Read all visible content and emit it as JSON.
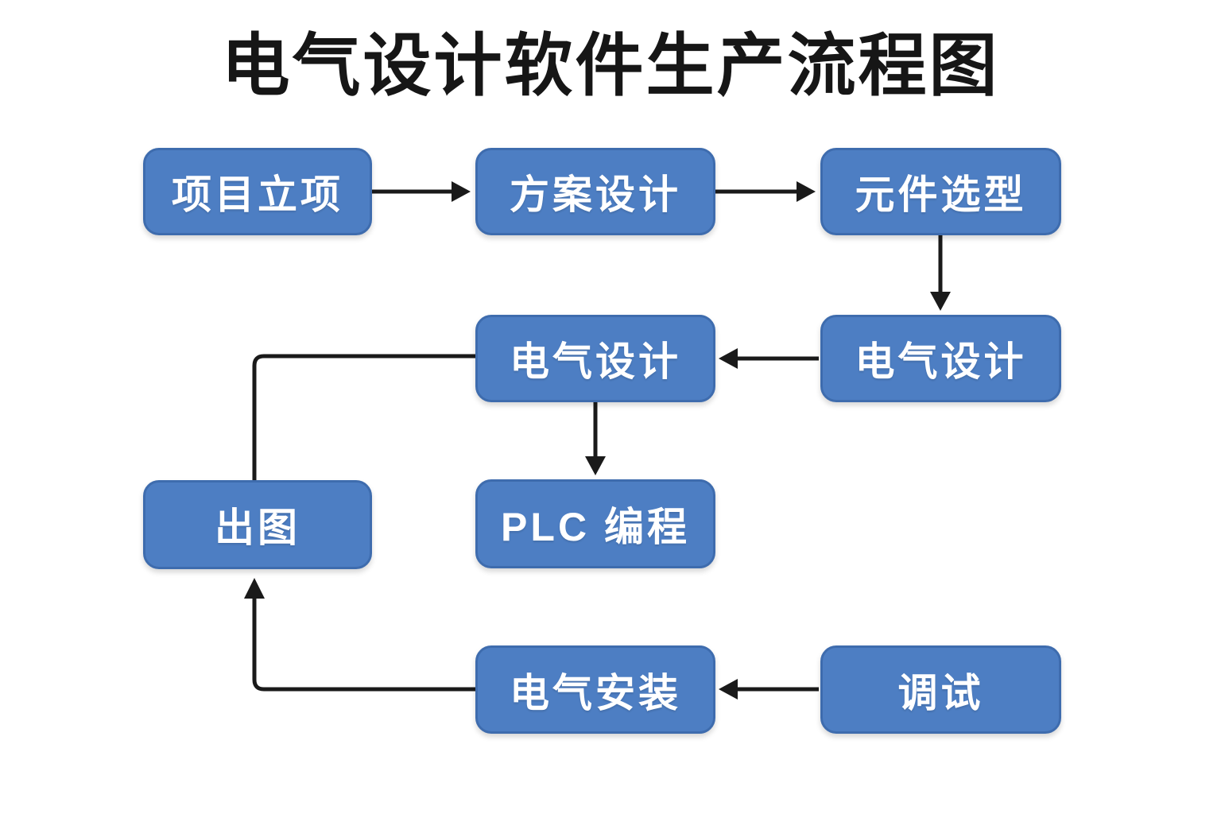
{
  "title": {
    "text": "电气设计软件生产流程图"
  },
  "nodes": [
    {
      "id": "project-initiation",
      "label": "项目立项"
    },
    {
      "id": "scheme-design",
      "label": "方案设计"
    },
    {
      "id": "component-selection",
      "label": "元件选型"
    },
    {
      "id": "electrical-design-right",
      "label": "电气设计"
    },
    {
      "id": "electrical-design-middle",
      "label": "电气设计"
    },
    {
      "id": "plc-programming",
      "label": "PLC 编程"
    },
    {
      "id": "drawing-output",
      "label": "出图"
    },
    {
      "id": "electrical-installation",
      "label": "电气安装"
    },
    {
      "id": "debugging",
      "label": "调试"
    }
  ],
  "edges": [
    {
      "from": "project-initiation",
      "to": "scheme-design",
      "arrowhead": true
    },
    {
      "from": "scheme-design",
      "to": "component-selection",
      "arrowhead": true
    },
    {
      "from": "component-selection",
      "to": "electrical-design-right",
      "arrowhead": true
    },
    {
      "from": "electrical-design-right",
      "to": "electrical-design-middle",
      "arrowhead": true
    },
    {
      "from": "electrical-design-middle",
      "to": "plc-programming",
      "arrowhead": true
    },
    {
      "from": "electrical-design-middle",
      "to": "drawing-output",
      "arrowhead": false
    },
    {
      "from": "debugging",
      "to": "electrical-installation",
      "arrowhead": true
    },
    {
      "from": "electrical-installation",
      "to": "drawing-output",
      "arrowhead": true
    }
  ],
  "colors": {
    "background": "#ffffff",
    "node_fill": "#4d7ec3",
    "node_border": "#3e6cae",
    "node_text": "#ffffff",
    "arrow": "#1a1a1a",
    "title_text": "#161616"
  }
}
